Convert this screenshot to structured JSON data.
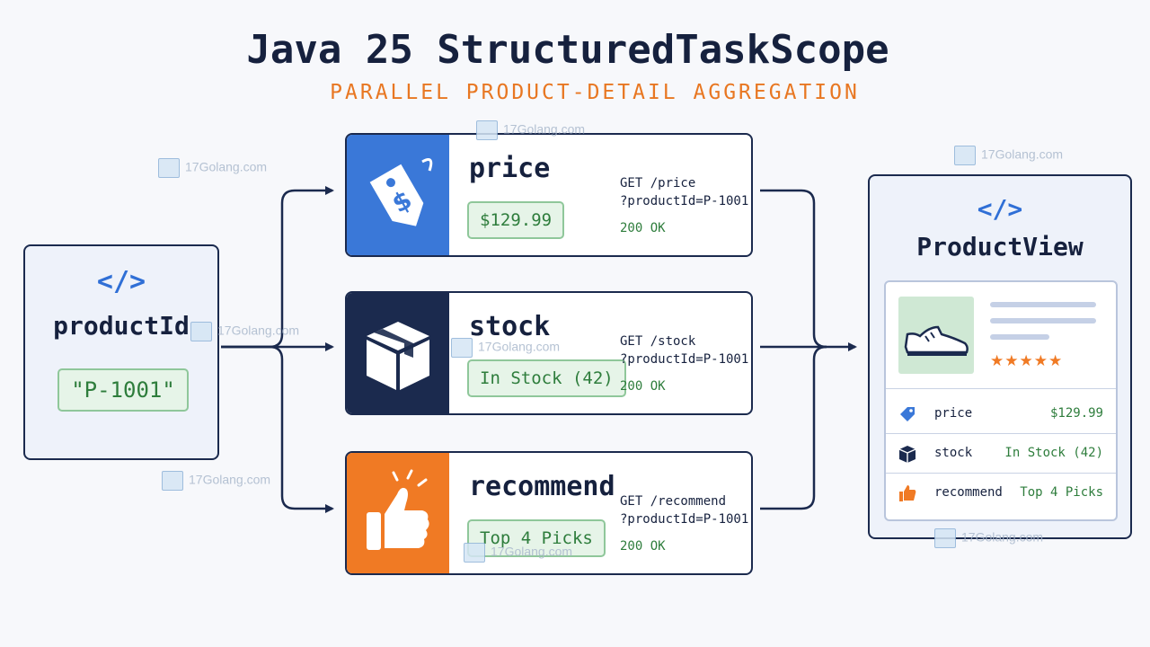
{
  "title": "Java 25 StructuredTaskScope",
  "subtitle": "PARALLEL PRODUCT-DETAIL AGGREGATION",
  "input": {
    "icon": "code-icon",
    "icon_text": "</>",
    "label": "productId",
    "value": "\"P-1001\""
  },
  "services": [
    {
      "icon": "price-tag-icon",
      "name": "price",
      "result": "$129.99",
      "request_line1": "GET /price",
      "request_line2": "?productId=P-1001",
      "status": "200 OK",
      "color": "#3a78d8"
    },
    {
      "icon": "box-icon",
      "name": "stock",
      "result": "In Stock (42)",
      "request_line1": "GET /stock",
      "request_line2": "?productId=P-1001",
      "status": "200 OK",
      "color": "#1b2a4e"
    },
    {
      "icon": "thumbs-up-icon",
      "name": "recommend",
      "result": "Top 4 Picks",
      "request_line1": "GET /recommend",
      "request_line2": "?productId=P-1001",
      "status": "200 OK",
      "color": "#f07a24"
    }
  ],
  "output": {
    "icon": "code-icon",
    "icon_text": "</>",
    "label": "ProductView",
    "rows": [
      {
        "icon": "price-tag-icon",
        "key": "price",
        "value": "$129.99"
      },
      {
        "icon": "box-icon",
        "key": "stock",
        "value": "In Stock (42)"
      },
      {
        "icon": "thumbs-up-icon",
        "key": "recommend",
        "value": "Top 4 Picks"
      }
    ],
    "rating_stars": 5
  },
  "watermark": "17Golang.com",
  "colors": {
    "navy": "#1b2a4e",
    "blue": "#3a78d8",
    "orange": "#f07a24",
    "green": "#2e7d3c"
  }
}
